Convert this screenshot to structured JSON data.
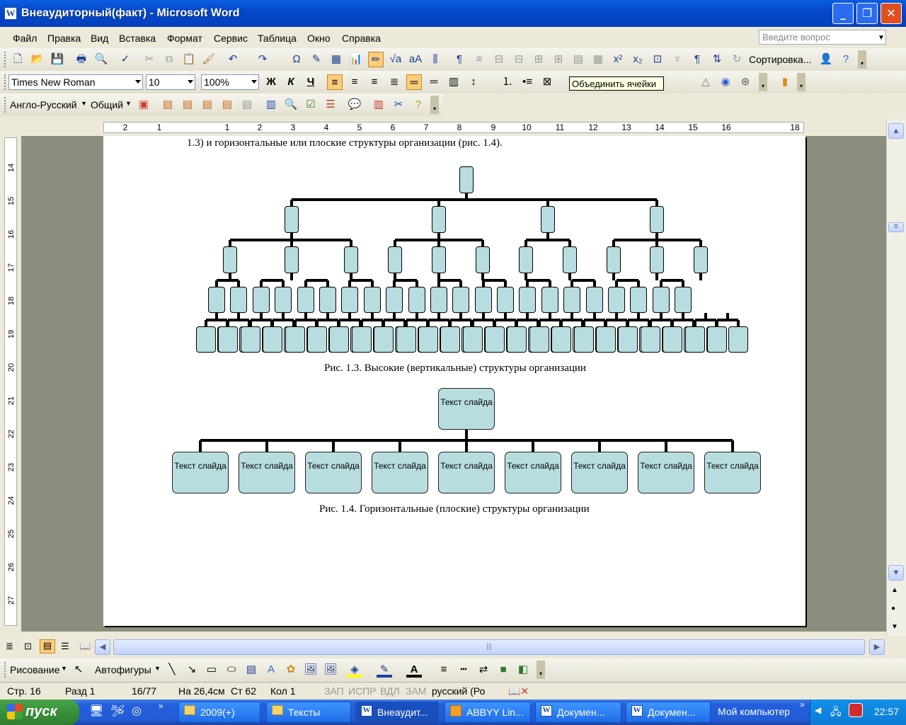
{
  "window": {
    "title": "Внеаудиторный(факт) - Microsoft Word",
    "app_icon": "W"
  },
  "menu": [
    "Файл",
    "Правка",
    "Вид",
    "Вставка",
    "Формат",
    "Сервис",
    "Таблица",
    "Окно",
    "Справка"
  ],
  "ask_placeholder": "Введите вопрос",
  "toolbar1": {
    "sort_label": "Сортировка..."
  },
  "toolbar2": {
    "font": "Times New Roman",
    "size": "10",
    "zoom": "100%",
    "bold": "Ж",
    "italic": "К",
    "underline": "Ч",
    "tooltip": "Объединить ячейки"
  },
  "toolbar3": {
    "dictionary": "Англо-Русский",
    "general": "Общий"
  },
  "hruler_ticks": [
    "2",
    "1",
    "1",
    "2",
    "3",
    "4",
    "5",
    "6",
    "7",
    "8",
    "9",
    "10",
    "11",
    "12",
    "13",
    "14",
    "15",
    "16",
    "18"
  ],
  "vruler_ticks": [
    "14",
    "15",
    "16",
    "17",
    "18",
    "19",
    "20",
    "21",
    "22",
    "23",
    "24",
    "25",
    "26",
    "27"
  ],
  "document": {
    "intro": "1.3) и горизонтальные или плоские структуры организации (рис. 1.4).",
    "caption1": "Рис. 1.3. Высокие (вертикальные) структуры организации",
    "caption2": "Рис. 1.4. Горизонтальные (плоские) структуры организации",
    "box_text": "Текст слайда"
  },
  "drawbar": {
    "draw": "Рисование",
    "autoshapes": "Автофигуры"
  },
  "status": {
    "page": "Стр. 16",
    "section": "Разд 1",
    "pages": "16/77",
    "at": "На 26,4см",
    "line": "Ст 62",
    "col": "Кол 1",
    "rec": "ЗАП",
    "trk": "ИСПР",
    "ext": "ВДЛ",
    "ovr": "ЗАМ",
    "lang": "русский (Ро"
  },
  "taskbar": {
    "start": "пуск",
    "tasks": [
      "2009(+)",
      "Тексты",
      "Внеаудит...",
      "ABBYY Lin...",
      "Докумен...",
      "Докумен..."
    ],
    "desktop": "Мой компьютер",
    "clock": "22:57"
  }
}
